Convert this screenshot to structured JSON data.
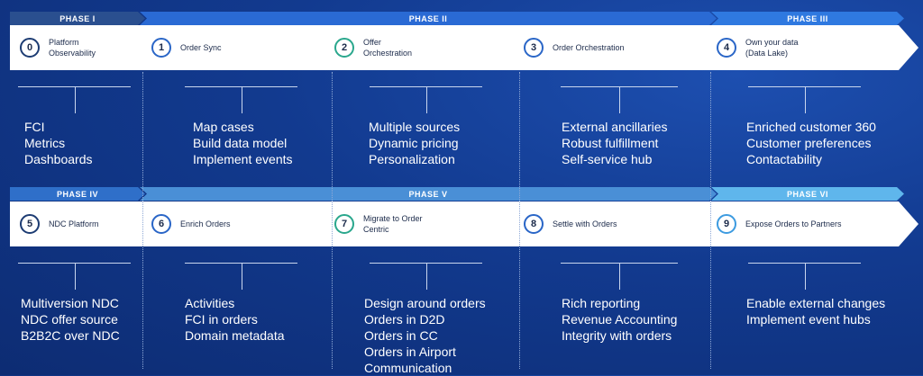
{
  "rows": [
    {
      "phases": [
        {
          "label": "PHASE I",
          "color": "#2a4f8f"
        },
        {
          "label": "PHASE II",
          "color": "#2a6ad4"
        },
        {
          "label": "PHASE III",
          "color": "#2f79e0"
        }
      ],
      "steps": [
        {
          "num": "0",
          "label": "Platform\nObservability",
          "style": "dark",
          "bullets": [
            "FCI",
            "Metrics",
            "Dashboards"
          ]
        },
        {
          "num": "1",
          "label": "Order Sync",
          "style": "blue",
          "bullets": [
            "Map cases",
            "Build data model",
            "Implement events"
          ]
        },
        {
          "num": "2",
          "label": "Offer\nOrchestration",
          "style": "green",
          "bullets": [
            "Multiple sources",
            "Dynamic pricing",
            "Personalization"
          ]
        },
        {
          "num": "3",
          "label": "Order Orchestration",
          "style": "blue",
          "bullets": [
            "External ancillaries",
            "Robust fulfillment",
            "Self-service hub"
          ]
        },
        {
          "num": "4",
          "label": "Own your data\n(Data Lake)",
          "style": "blue",
          "bullets": [
            "Enriched customer 360",
            "Customer preferences",
            "Contactability"
          ]
        }
      ]
    },
    {
      "phases": [
        {
          "label": "PHASE IV",
          "color": "#2f6fc9"
        },
        {
          "label": "PHASE V",
          "color": "#4a8fd6"
        },
        {
          "label": "PHASE VI",
          "color": "#5fb6ec"
        }
      ],
      "steps": [
        {
          "num": "5",
          "label": "NDC Platform",
          "style": "dark",
          "bullets": [
            "Multiversion NDC",
            "NDC offer source",
            "B2B2C over NDC"
          ]
        },
        {
          "num": "6",
          "label": "Enrich Orders",
          "style": "blue",
          "bullets": [
            "Activities",
            "FCI in orders",
            "Domain metadata"
          ]
        },
        {
          "num": "7",
          "label": "Migrate to Order\nCentric",
          "style": "green",
          "bullets": [
            "Design around orders",
            "Orders in D2D",
            "Orders in CC",
            "Orders in Airport",
            "Communication"
          ]
        },
        {
          "num": "8",
          "label": "Settle with Orders",
          "style": "blue",
          "bullets": [
            "Rich reporting",
            "Revenue Accounting",
            "Integrity with orders"
          ]
        },
        {
          "num": "9",
          "label": "Expose Orders to Partners",
          "style": "light",
          "bullets": [
            "Enable external changes",
            "Implement event hubs"
          ]
        }
      ]
    }
  ]
}
